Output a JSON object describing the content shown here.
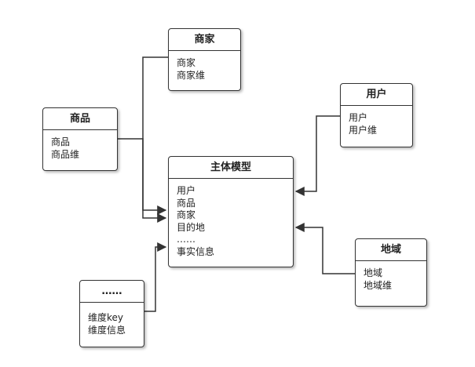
{
  "diagram": {
    "entities": {
      "main": {
        "title": "主体模型",
        "fields": [
          "用户",
          "商品",
          "商家",
          "目的地",
          "……",
          "事实信息"
        ]
      },
      "merchant": {
        "title": "商家",
        "fields": [
          "商家",
          "商家维"
        ]
      },
      "product": {
        "title": "商品",
        "fields": [
          "商品",
          "商品维"
        ]
      },
      "user": {
        "title": "用户",
        "fields": [
          "用户",
          "用户维"
        ]
      },
      "region": {
        "title": "地域",
        "fields": [
          "地域",
          "地域维"
        ]
      },
      "other": {
        "title": "……",
        "fields": [
          "维度key",
          "维度信息"
        ]
      }
    },
    "connectors": [
      {
        "from": "merchant",
        "to": "main"
      },
      {
        "from": "product",
        "to": "main"
      },
      {
        "from": "user",
        "to": "main"
      },
      {
        "from": "region",
        "to": "main"
      },
      {
        "from": "other",
        "to": "main"
      }
    ],
    "colors": {
      "stroke": "#333333",
      "background": "#ffffff"
    }
  }
}
